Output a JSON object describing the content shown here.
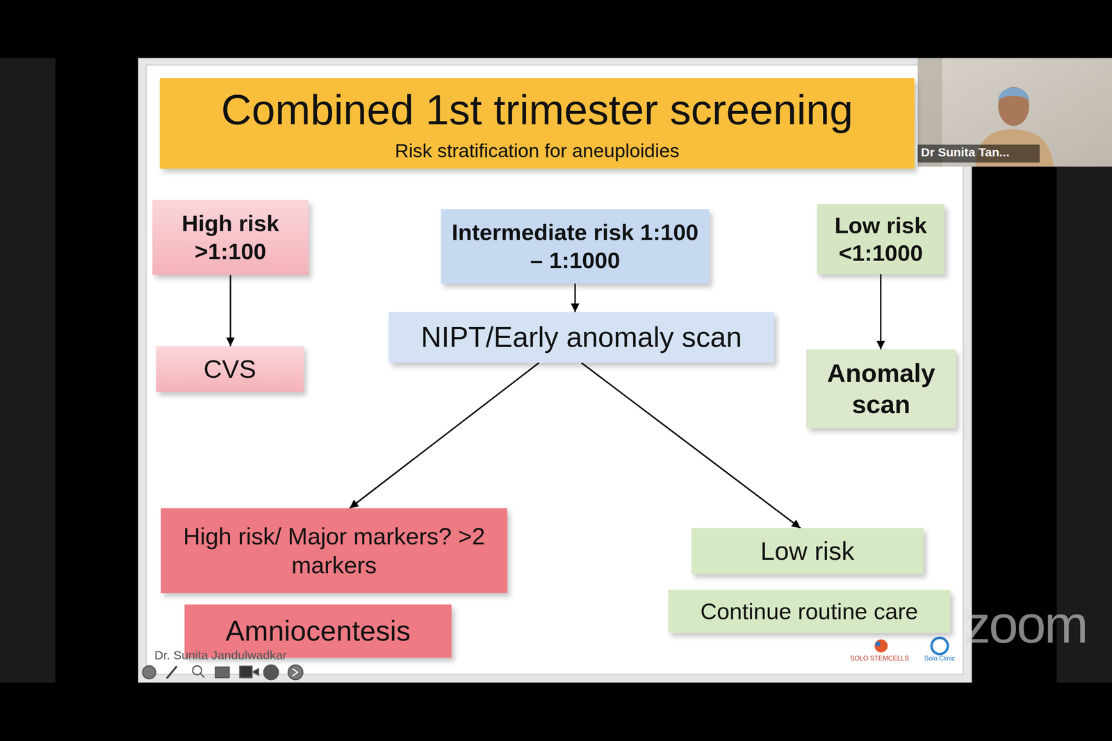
{
  "diagram": {
    "nodes": [
      {
        "text": [
          "Combined 1st trimester screening",
          "Risk stratification for aneuploidies"
        ]
      },
      {
        "text": [
          "High risk >1:100"
        ]
      },
      {
        "text": [
          "Intermediate risk 1:100 – 1:1000"
        ]
      },
      {
        "text": [
          "Low risk <1:1000"
        ]
      },
      {
        "text": [
          "CVS"
        ]
      },
      {
        "text": [
          "NIPT/Early anomaly scan"
        ]
      },
      {
        "text": [
          "Anomaly scan"
        ]
      },
      {
        "text": [
          "High risk/ Major markers? >2 markers"
        ]
      },
      {
        "text": [
          "Low risk"
        ]
      },
      {
        "text": [
          "Amniocentesis"
        ]
      },
      {
        "text": [
          "Continue routine care"
        ]
      }
    ],
    "edges": [
      {
        "from": 1,
        "to": 4,
        "arrow": "to"
      },
      {
        "from": 2,
        "to": 5,
        "arrow": "to"
      },
      {
        "from": 3,
        "to": 6,
        "arrow": "to"
      },
      {
        "from": 5,
        "to": 7,
        "arrow": "to"
      },
      {
        "from": 5,
        "to": 8,
        "arrow": "to"
      }
    ],
    "labels": [
      "Dr Sunita Tan...",
      "Dr. Sunita Jandulwadkar",
      "SOLO STEMCELLS",
      "Solo Clinic",
      "zoom"
    ]
  }
}
